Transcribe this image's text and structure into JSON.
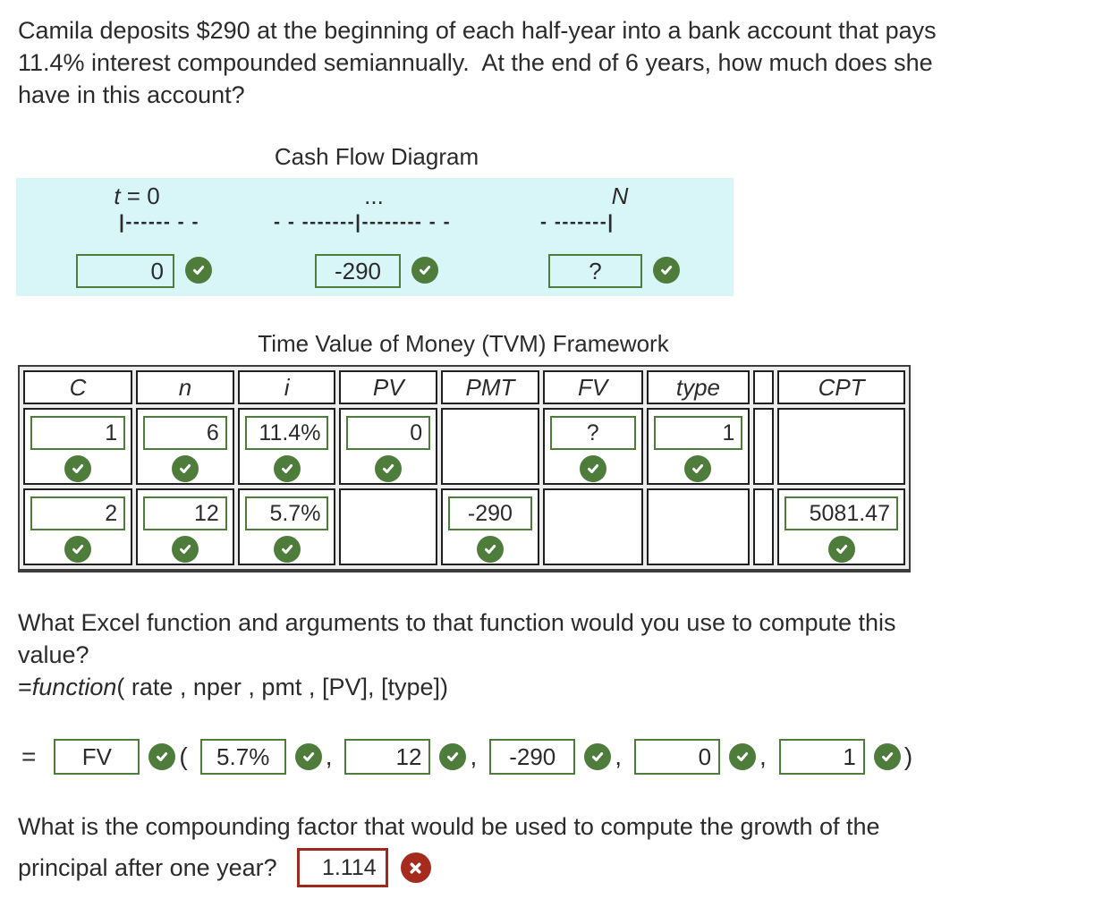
{
  "colors": {
    "accent_green": "#4e7c3a",
    "error_red": "#a62b1f",
    "diagram_background": "#d8f5f7"
  },
  "icons": {
    "correct": "checkmark-icon",
    "incorrect": "x-icon"
  },
  "intro": {
    "line1": "Camila deposits $290 at the beginning of each half-year into a bank account that pays",
    "line2": "11.4% interest compounded semiannually.  At the end of 6 years, how much does she",
    "line3": "have in this account?"
  },
  "cash_flow": {
    "title": "Cash Flow Diagram",
    "t_var": "t",
    "t_rest": " = 0",
    "mid_label": "...",
    "n_label": "N",
    "timeline_left": "|------ - -",
    "timeline_mid": "- - -------|-------- - -",
    "timeline_right": "- -------|",
    "inputs": {
      "t0": "0",
      "mid": "-290",
      "n": "?"
    }
  },
  "tvm": {
    "title": "Time Value of Money (TVM) Framework",
    "headers": [
      "C",
      "n",
      "i",
      "PV",
      "PMT",
      "FV",
      "type",
      "",
      "CPT"
    ],
    "rows": [
      {
        "C": "1",
        "n": "6",
        "i": "11.4%",
        "PV": "0",
        "PMT": "",
        "FV": "?",
        "type": "1",
        "CPT": ""
      },
      {
        "C": "2",
        "n": "12",
        "i": "5.7%",
        "PV": "",
        "PMT": "-290",
        "FV": "",
        "type": "",
        "CPT": "5081.47"
      }
    ]
  },
  "excel_question": {
    "line1": "What Excel function and arguments to that function would you use to compute this",
    "line2": "value?",
    "formula_prefix": "=",
    "formula_function": "function",
    "formula_args": "( rate , nper , pmt , [PV], [type])"
  },
  "answer_formula": {
    "equals": "=",
    "function": "FV",
    "open_paren": "(",
    "separator": ",",
    "close_paren": ")",
    "args": [
      "5.7%",
      "12",
      "-290",
      "0",
      "1"
    ]
  },
  "compounding_question": {
    "line1": "What is the compounding factor that would be used to compute the growth of the",
    "line2": "principal after one year?",
    "answer": "1.114"
  }
}
